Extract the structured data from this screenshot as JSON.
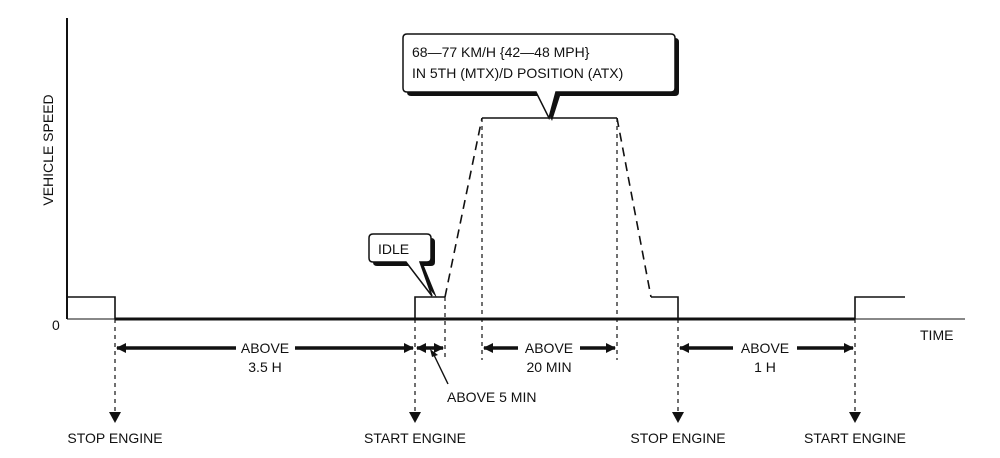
{
  "axes": {
    "y_label": "VEHICLE SPEED",
    "x_label": "TIME",
    "origin_label": "0"
  },
  "callouts": {
    "speed_line1": "68—77 KM/H {42—48 MPH}",
    "speed_line2": "IN 5TH (MTX)/D POSITION (ATX)",
    "idle": "IDLE"
  },
  "durations": {
    "first_line1": "ABOVE",
    "first_line2": "3.5 H",
    "idle": "ABOVE 5 MIN",
    "cruise_line1": "ABOVE",
    "cruise_line2": "20 MIN",
    "last_line1": "ABOVE",
    "last_line2": "1 H"
  },
  "events": {
    "stop_1": "STOP ENGINE",
    "start_1": "START ENGINE",
    "stop_2": "STOP ENGINE",
    "start_2": "START ENGINE"
  }
}
